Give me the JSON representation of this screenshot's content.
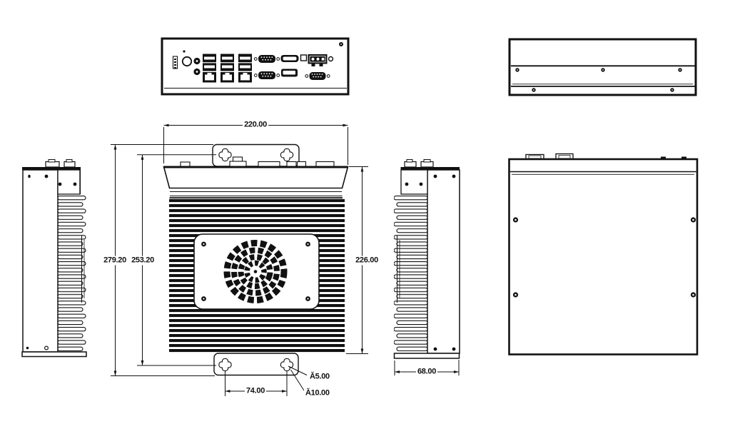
{
  "drawing": {
    "colors": {
      "ink": "#111111",
      "paper": "#ffffff"
    },
    "dimension_labels": {
      "top_width": "220.00",
      "overall_height": "279.20",
      "body_height": "253.20",
      "right_height": "226.00",
      "side_depth": "68.00",
      "mount_hole_spacing": "74.00",
      "mount_slot_small": "Ă5.00",
      "mount_slot_large": "Ă10.00"
    }
  }
}
